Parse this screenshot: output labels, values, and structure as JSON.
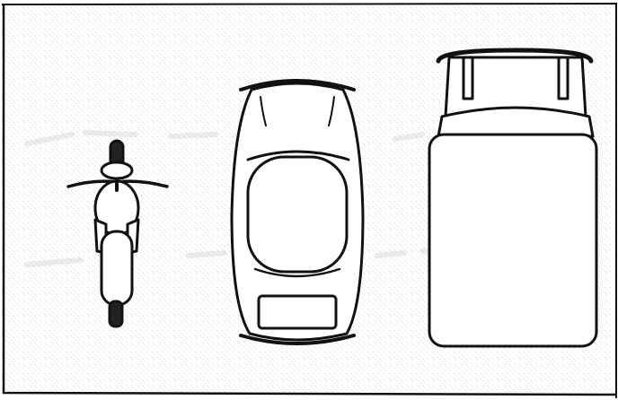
{
  "figure": {
    "vehicles": [
      {
        "name": "motorcycle",
        "view": "top"
      },
      {
        "name": "car",
        "view": "top"
      },
      {
        "name": "truck",
        "view": "top"
      }
    ],
    "colors": {
      "ink": "#111111",
      "paper": "#ffffff",
      "speckle": "#b8b8b8",
      "ghost_text": "#d0d0d0"
    }
  }
}
